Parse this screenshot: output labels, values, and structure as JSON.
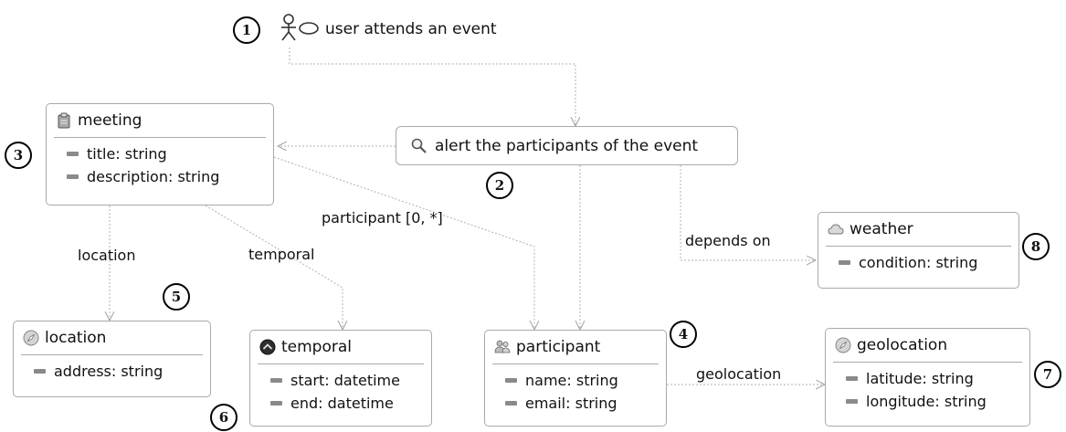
{
  "actor": {
    "icon": "stick-figure-icon",
    "label": "user attends an event"
  },
  "goal": {
    "icon": "magnifier-icon",
    "label": "alert the participants of the event"
  },
  "entities": {
    "meeting": {
      "icon": "clipboard-icon",
      "title": "meeting",
      "attrs": [
        "title: string",
        "description: string"
      ]
    },
    "weather": {
      "icon": "cloud-icon",
      "title": "weather",
      "attrs": [
        "condition: string"
      ]
    },
    "location": {
      "icon": "compass-icon",
      "title": "location",
      "attrs": [
        "address: string"
      ]
    },
    "temporal": {
      "icon": "clock-icon",
      "title": "temporal",
      "attrs": [
        "start: datetime",
        "end: datetime"
      ]
    },
    "participant": {
      "icon": "people-icon",
      "title": "participant",
      "attrs": [
        "name: string",
        "email: string"
      ]
    },
    "geolocation": {
      "icon": "compass-icon",
      "title": "geolocation",
      "attrs": [
        "latitude: string",
        "longitude: string"
      ]
    }
  },
  "edge_labels": {
    "participant": "participant [0, *]",
    "location": "location",
    "temporal": "temporal",
    "depends_on": "depends on",
    "geolocation": "geolocation"
  },
  "badges": [
    "1",
    "2",
    "3",
    "4",
    "5",
    "6",
    "7",
    "8"
  ]
}
